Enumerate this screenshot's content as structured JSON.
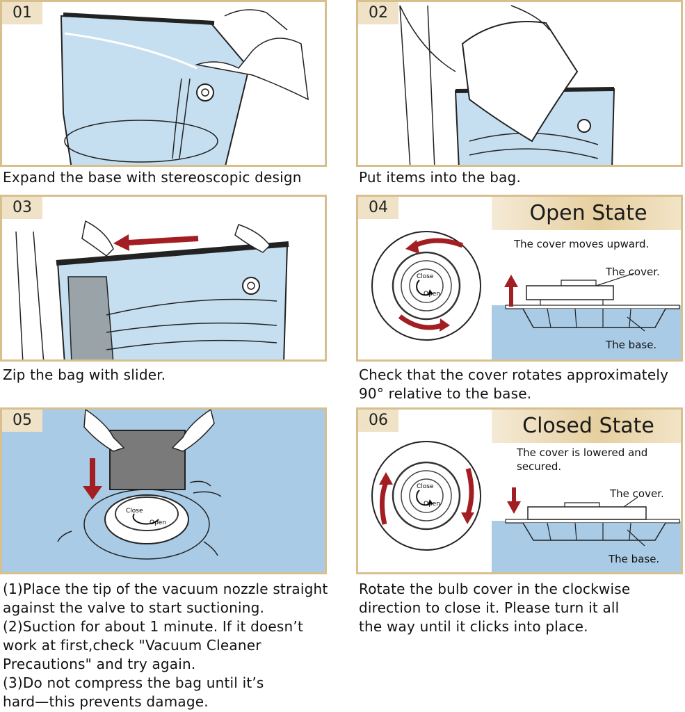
{
  "steps": [
    {
      "number": "01",
      "caption": "Expand the base with stereoscopic design"
    },
    {
      "number": "02",
      "caption": "Put items into the bag."
    },
    {
      "number": "03",
      "caption": "Zip the bag with slider."
    },
    {
      "number": "04",
      "caption_lines": [
        "Check that the cover rotates approximately",
        "90° relative to the base."
      ],
      "state_title": "Open State",
      "state_note": "The cover moves upward.",
      "cover_label": "The cover.",
      "base_label": "The base."
    },
    {
      "number": "05",
      "caption_lines": [
        "(1)Place the tip of the vacuum nozzle straight",
        "against the valve to start suctioning.",
        "(2)Suction for about 1 minute. If it doesn’t",
        "work at first,check \"Vacuum Cleaner",
        "Precautions\" and try again.",
        "(3)Do not compress the bag until it’s",
        "hard—this prevents damage."
      ]
    },
    {
      "number": "06",
      "caption_lines": [
        "Rotate the bulb cover in the clockwise",
        "direction to close it. Please turn it all",
        "the way until it clicks into place."
      ],
      "state_title": "Closed State",
      "state_note": "The cover is lowered and secured.",
      "cover_label": "The cover.",
      "base_label": "The base."
    }
  ],
  "valve_labels": {
    "close": "Close",
    "open": "Open"
  },
  "colors": {
    "frame": "#d8bf8e",
    "tag": "#efe2c6",
    "bag_blue": "#c6dff0",
    "sky": "#a9cbe6",
    "arrow_red": "#a31e22"
  }
}
